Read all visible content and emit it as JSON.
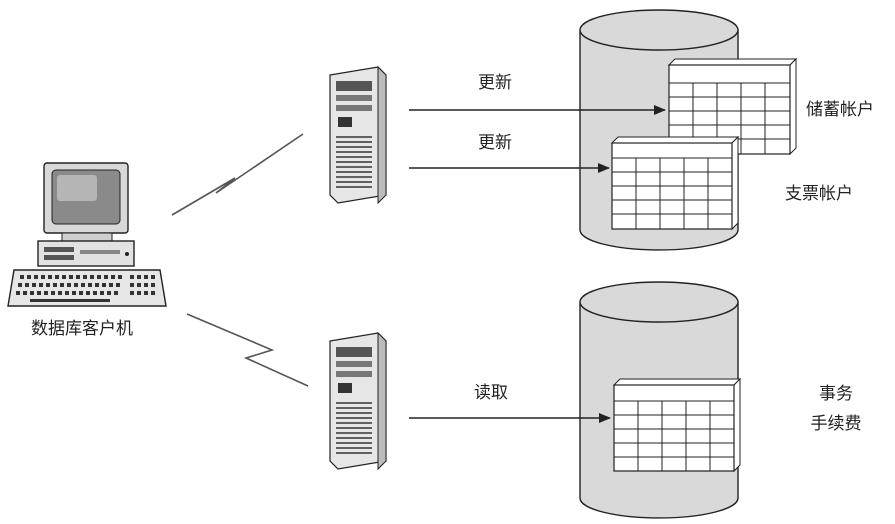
{
  "client": {
    "label": "数据库客户机"
  },
  "arrows": {
    "update_top": "更新",
    "update_bottom": "更新",
    "read": "读取"
  },
  "tables": {
    "savings": "储蓄帐户",
    "checking": "支票帐户",
    "fee_line1": "事务",
    "fee_line2": "手续费"
  },
  "colors": {
    "outline": "#222222",
    "cylinder_fill": "#d9d9d9",
    "table_fill": "#ffffff",
    "server_fill": "#e6e6e6"
  },
  "icons": {
    "client": "desktop-computer-icon",
    "server": "tower-server-icon",
    "link": "lightning-icon",
    "database": "database-cylinder-icon"
  }
}
